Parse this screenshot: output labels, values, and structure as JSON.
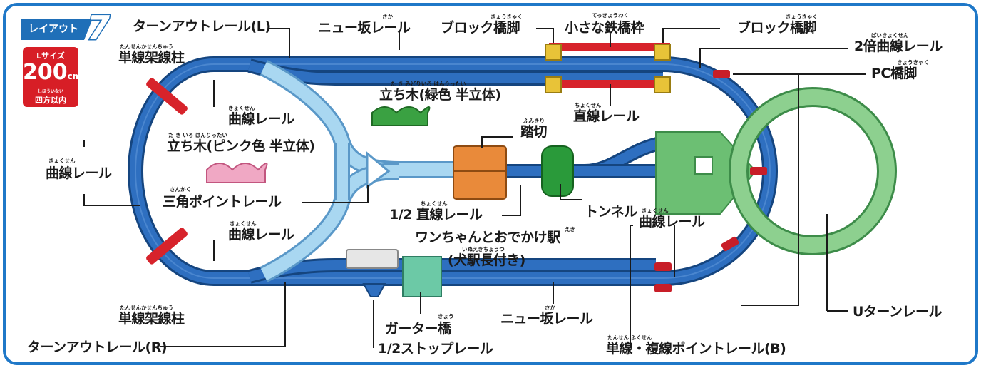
{
  "badge": {
    "text": "レイアウト",
    "number": "7"
  },
  "size_box": {
    "top": "Lサイズ",
    "number": "200",
    "unit": "cm",
    "ruby": "しほういない",
    "bottom": "四方以内"
  },
  "labels": {
    "turnout_l": "ターンアウトレール(L)",
    "new_slope_top": "ニュー坂レール",
    "new_slope_top_ruby": "さか",
    "block_pier_left": "ブロック橋脚",
    "block_pier_left_ruby": "きょうきゃく",
    "small_bridge": "小さな鉄橋枠",
    "small_bridge_ruby": "てっきょうわく",
    "block_pier_right": "ブロック橋脚",
    "block_pier_right_ruby": "きょうきゃく",
    "double_curve": "2倍曲線レール",
    "double_curve_ruby": "ばいきょくせん",
    "pc_pier": "PC橋脚",
    "pc_pier_ruby": "きょうきゃく",
    "single_pole_top": "単線架線柱",
    "single_pole_top_ruby": "たんせんかせんちゅう",
    "tree_green": "立ち木(緑色 半立体)",
    "tree_green_ruby": "た き みどりいろ はんりったい",
    "curve_top": "曲線レール",
    "curve_top_ruby": "きょくせん",
    "straight": "直線レール",
    "straight_ruby": "ちょくせん",
    "tree_pink": "立ち木(ピンク色 半立体)",
    "tree_pink_ruby": "た き いろ はんりったい",
    "crossing": "踏切",
    "crossing_ruby": "ふみきり",
    "curve_left": "曲線レール",
    "curve_left_ruby": "きょくせん",
    "triangle_point": "三角ポイントレール",
    "triangle_point_ruby": "さんかく",
    "half_straight": "1/2 直線レール",
    "half_straight_ruby": "ちょくせん",
    "tunnel": "トンネル",
    "curve_right": "曲線レール",
    "curve_right_ruby": "きょくせん",
    "curve_bottom": "曲線レール",
    "curve_bottom_ruby": "きょくせん",
    "station": "ワンちゃんとおでかけ駅",
    "station_ruby": "えき",
    "station_sub": "(犬駅長付き)",
    "station_sub_ruby": "いぬえきちょうつ",
    "single_pole_bottom": "単線架線柱",
    "single_pole_bottom_ruby": "たんせんかせんちゅう",
    "u_turn": "Uターンレール",
    "girder_bridge": "ガーター橋",
    "girder_bridge_ruby": "きょう",
    "new_slope_bottom": "ニュー坂レール",
    "new_slope_bottom_ruby": "さか",
    "turnout_r": "ターンアウトレール(R)",
    "half_stop": "1/2ストップレール",
    "single_double_point": "単線・複線ポイントレール(B)",
    "single_double_point_ruby": "たんせん ふくせん"
  },
  "colors": {
    "frame": "#1f78c8",
    "track": "#1f5fa8",
    "turnout": "#9fd0ee",
    "uturn": "#7cc47a",
    "pole": "#d7232b",
    "badge": "#1f6fb8"
  }
}
